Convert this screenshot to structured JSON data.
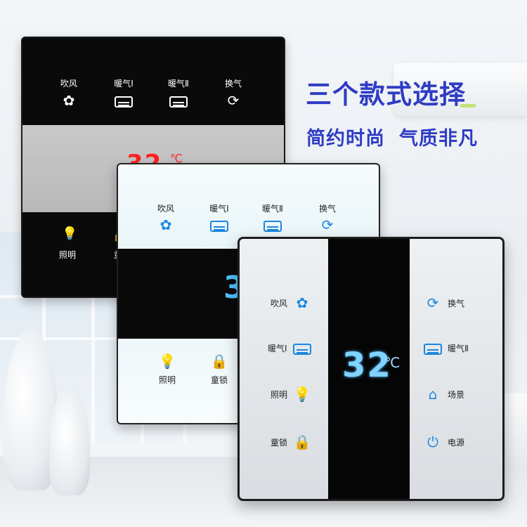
{
  "headline": "三个款式选择",
  "subline": [
    "简约时尚",
    "气质非凡"
  ],
  "panel_black": {
    "top_buttons": [
      {
        "label": "吹风",
        "icon": "fan-icon"
      },
      {
        "label": "暖气Ⅰ",
        "icon": "heater-icon"
      },
      {
        "label": "暖气Ⅱ",
        "icon": "heater-icon"
      },
      {
        "label": "换气",
        "icon": "cycle-icon"
      }
    ],
    "temperature": "32",
    "unit": "℃",
    "bottom_label": "照明",
    "bottom_label_partial": "童",
    "temp_color": "#ff2020"
  },
  "panel_white": {
    "top_buttons": [
      {
        "label": "吹风",
        "icon": "fan-icon"
      },
      {
        "label": "暖气Ⅰ",
        "icon": "heater-icon"
      },
      {
        "label": "暖气Ⅱ",
        "icon": "heater-icon"
      },
      {
        "label": "换气",
        "icon": "cycle-icon"
      }
    ],
    "temperature_partial": "3",
    "bottom_buttons": [
      {
        "label": "照明",
        "icon": "bulb-icon"
      },
      {
        "label": "童锁",
        "icon": "lock-icon"
      }
    ],
    "accent": "#1b86e0"
  },
  "panel_front": {
    "temperature": "32",
    "unit": "℃",
    "left_buttons": [
      {
        "label": "吹风",
        "icon": "fan-icon"
      },
      {
        "label": "暖气Ⅰ",
        "icon": "heater-icon"
      },
      {
        "label": "照明",
        "icon": "bulb-icon"
      },
      {
        "label": "童锁",
        "icon": "lock-icon"
      }
    ],
    "right_buttons": [
      {
        "label": "换气",
        "icon": "cycle-icon"
      },
      {
        "label": "暖气Ⅱ",
        "icon": "heater-icon"
      },
      {
        "label": "场景",
        "icon": "home-icon"
      },
      {
        "label": "电源",
        "icon": "power-icon"
      }
    ],
    "temp_color": "#7fd4ff"
  },
  "colors": {
    "headline": "#2f3cc4",
    "icon_blue": "#1b86e0"
  }
}
